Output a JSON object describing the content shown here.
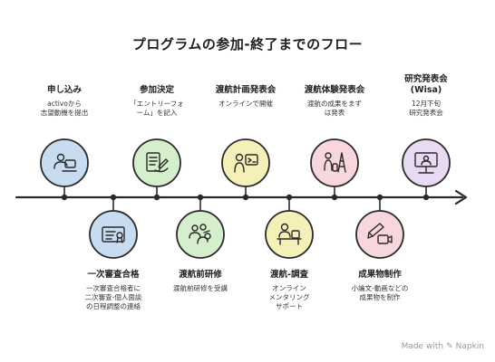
{
  "title": "プログラムの参加-終了までのフロー",
  "steps": [
    {
      "title": "申し込み",
      "desc": "activoから\n志望動機を提出",
      "icon": "computer-user-icon",
      "color": "#c7dcf0",
      "pos": "top"
    },
    {
      "title": "一次審査合格",
      "desc": "一次審査合格者に\n二次審査-個人面談\nの日程調整の連絡",
      "icon": "certificate-icon",
      "color": "#c7dcf0",
      "pos": "bottom"
    },
    {
      "title": "参加決定",
      "desc": "「エントリーフォ\nーム」を記入",
      "icon": "entry-form-icon",
      "color": "#d5efcc",
      "pos": "top"
    },
    {
      "title": "渡航前研修",
      "desc": "渡航前研修を受講",
      "icon": "group-training-icon",
      "color": "#d5efcc",
      "pos": "bottom"
    },
    {
      "title": "渡航計画発表会",
      "desc": "オンラインで開催",
      "icon": "presenter-icon",
      "color": "#f5efb8",
      "pos": "top"
    },
    {
      "title": "渡航-調査",
      "desc": "オンライン\nメンタリング\nサポート",
      "icon": "research-desk-icon",
      "color": "#f5efb8",
      "pos": "bottom"
    },
    {
      "title": "渡航体験発表会",
      "desc": "渡航の成果をまず\nは発表",
      "icon": "travel-landmark-icon",
      "color": "#f7d6dd",
      "pos": "top"
    },
    {
      "title": "成果物制作",
      "desc": "小論文-動画などの\n成果物を制作",
      "icon": "pencil-video-icon",
      "color": "#f7d6dd",
      "pos": "bottom"
    },
    {
      "title": "研究発表会\n(Wisa)",
      "desc": "12月下旬\n研究発表会",
      "icon": "lecture-screen-icon",
      "color": "#e8daf2",
      "pos": "top"
    }
  ],
  "credit": {
    "text": "Made with",
    "brand": "Napkin",
    "icon": "napkin-logo-icon"
  }
}
